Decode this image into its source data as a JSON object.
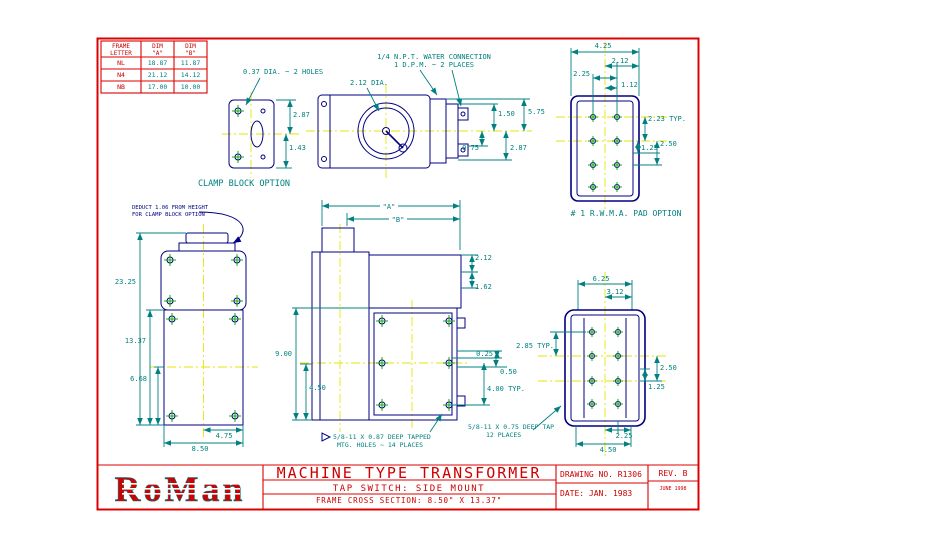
{
  "frame_table": {
    "headers": [
      {
        "line1": "FRAME",
        "line2": "LETTER"
      },
      {
        "line1": "DIM",
        "line2": "\"A\""
      },
      {
        "line1": "DIM",
        "line2": "\"B\""
      }
    ],
    "rows": [
      [
        "NL",
        "18.87",
        "11.87"
      ],
      [
        "N4",
        "21.12",
        "14.12"
      ],
      [
        "NB",
        "17.00",
        "10.00"
      ]
    ]
  },
  "clamp_view": {
    "hole_note": "0.37 DIA. ~ 2 HOLES",
    "dim_top": "2.87",
    "dim_bottom": "1.43",
    "caption": "CLAMP BLOCK OPTION"
  },
  "switch_view": {
    "water_note_1": "1/4 N.P.T. WATER CONNECTION",
    "water_note_2": "1 D.P.M. ~ 2 PLACES",
    "dial_note": "2.12 DIA.",
    "dim_150": "1.50",
    "dim_575": "5.75",
    "dim_075": "0.75",
    "dim_287": "2.87"
  },
  "pad_view": {
    "caption": "# 1 R.W.M.A. PAD OPTION",
    "dim_425": "4.25",
    "dim_212": "2.12",
    "dim_225": "2.25",
    "dim_112": "1.12",
    "dim_223": "2.23 TYP.",
    "dim_125": "1.25",
    "dim_250": "2.50"
  },
  "front_view": {
    "deduct_note_1": "DEDUCT 1.06 FROM HEIGHT",
    "deduct_note_2": "FOR CLAMP BLOCK OPTION",
    "dim_2325": "23.25",
    "dim_1337": "13.37",
    "dim_668": "6.68",
    "dim_475": "4.75",
    "dim_850": "8.50"
  },
  "side_view": {
    "dim_a": "\"A\"",
    "dim_b": "\"B\"",
    "dim_212": "2.12",
    "dim_162": "1.62",
    "dim_900": "9.00",
    "dim_450": "4.50",
    "dim_025": "0.25",
    "dim_050": "0.50",
    "dim_400": "4.00 TYP.",
    "tap_note_1": "5/8-11 X 0.87 DEEP TAPPED",
    "tap_note_2": "MTG. HOLES ~ 14 PLACES"
  },
  "back_view": {
    "dim_625": "6.25",
    "dim_312": "3.12",
    "dim_285": "2.85 TYP.",
    "dim_250": "2.50",
    "dim_125": "1.25",
    "dim_225": "2.25",
    "dim_450": "4.50",
    "tap_note_1": "5/8-11 X 0.75 DEEP TAP",
    "tap_note_2": "12 PLACES"
  },
  "title_block": {
    "logo": "RoMan",
    "title": "MACHINE TYPE TRANSFORMER",
    "subtitle": "TAP SWITCH: SIDE MOUNT",
    "cross_section": "FRAME CROSS SECTION: 8.50\" X 13.37\"",
    "drawing_no": "DRAWING NO. R1306",
    "date": "DATE: JAN. 1983",
    "rev": "REV. B",
    "rev_date": "JUNE 1998"
  },
  "colors": {
    "border_red": "#dd0000",
    "line_navy": "#000080",
    "dim_teal": "#008080",
    "centerline_yellow": "#e6e600",
    "cross_green": "#00a000"
  }
}
